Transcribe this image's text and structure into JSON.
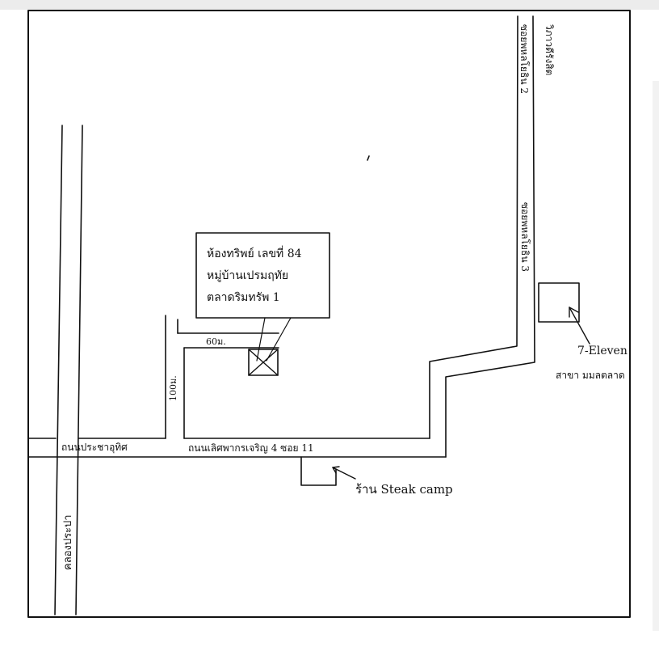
{
  "map": {
    "colors": {
      "ink": "#111111",
      "paper": "#ffffff",
      "page_bg": "#ececec"
    },
    "labels": {
      "room_line1": "ห้องทริพย์ เลขที่ 84",
      "room_line2": "หมู่บ้านเปรมฤทัย",
      "room_line3": "ตลาดริมทรัพ 1",
      "road_left_vertical": "คลองประปา",
      "road_left_sign": "ถนนประชาอุทิศ",
      "road_right_top_a": "ซอยพหลโยธิน 2",
      "road_right_top_b": "วิภาวดีรังสิต",
      "road_right_mid": "ซอยพหลโยธิน 3",
      "road_bottom": "ถนนเลิศพากรเจริญ 4 ซอย 11",
      "dist_top": "60ม.",
      "dist_left": "100ม.",
      "seven_eleven": "7-Eleven",
      "seven_eleven_note": "สาขา มมลตลาด",
      "steak_label": "ร้าน Steak camp"
    }
  }
}
